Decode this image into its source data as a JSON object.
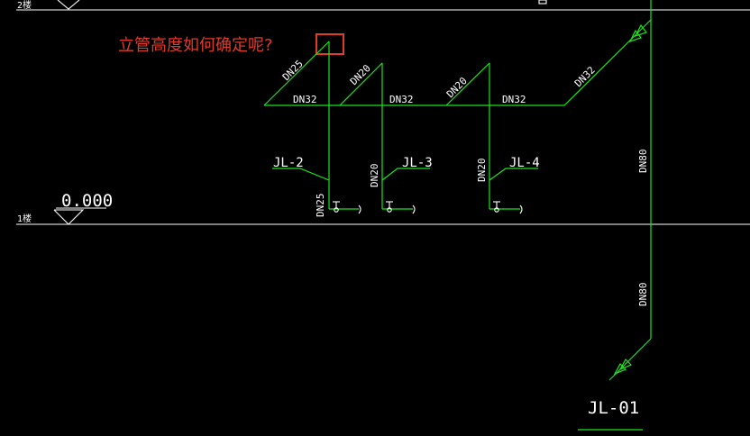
{
  "annotation": {
    "question": "立管高度如何确定呢?",
    "color": "#e03a2a"
  },
  "floors": {
    "upper": "2楼",
    "lower": "1楼"
  },
  "elevation": {
    "value": "0.000"
  },
  "pipe_labels": {
    "dn25_branch": "DN25",
    "dn20_a": "DN20",
    "dn20_b": "DN20",
    "dn32_a": "DN32",
    "dn32_b": "DN32",
    "dn32_c": "DN32",
    "dn32_diag": "DN32",
    "dn80_upper": "DN80",
    "dn80_lower": "DN80",
    "dn25_riser": "DN25",
    "dn20_jl3": "DN20",
    "dn20_jl4": "DN20"
  },
  "risers": {
    "jl2": "JL-2",
    "jl3": "JL-3",
    "jl4": "JL-4",
    "jl01": "JL-01"
  },
  "colors": {
    "pipe": "#19e619",
    "line": "#ffffff",
    "background": "#000000"
  }
}
